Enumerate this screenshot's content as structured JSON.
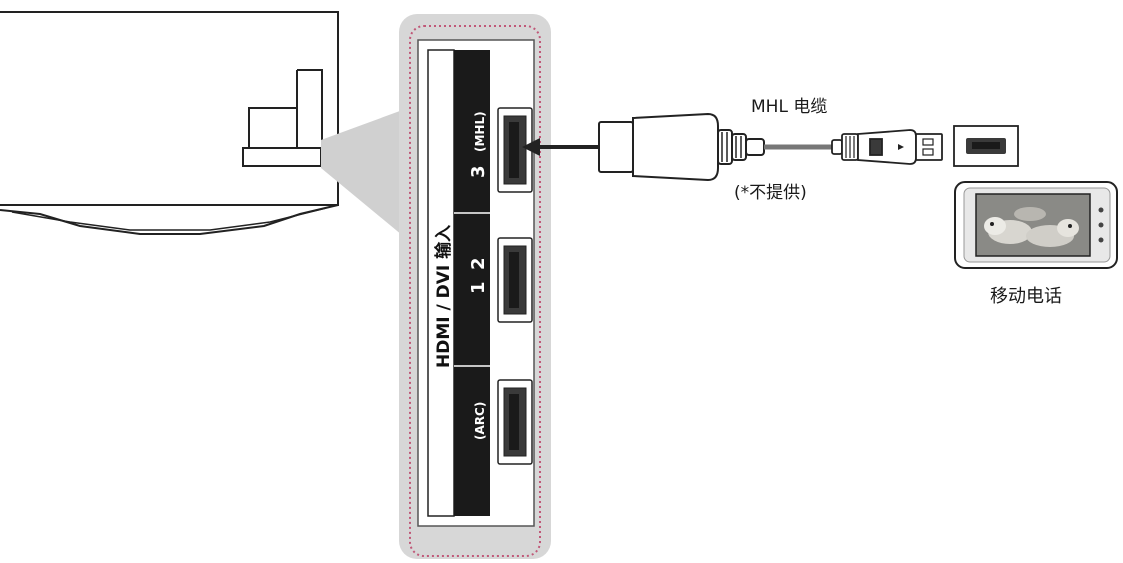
{
  "colors": {
    "panel_bg": "#d7d7d7",
    "dotted_border": "#c05878",
    "strip_bg": "#1a1a1a",
    "port_fill": "#3a3a3a",
    "line": "#222222"
  },
  "port_strip": {
    "group_label": "HDMI / DVI 输入",
    "ports": [
      {
        "number": "3",
        "tag": "(MHL)"
      },
      {
        "number": "2",
        "tag": ""
      },
      {
        "number": "1",
        "tag": "(ARC)"
      }
    ]
  },
  "cable": {
    "label": "MHL 电缆",
    "note": "(*不提供)"
  },
  "device": {
    "label": "移动电话"
  },
  "icons": [
    "tv-icon",
    "hdmi-port-icon",
    "arrow-icon",
    "hdmi-plug-icon",
    "micro-usb-plug-icon",
    "usb-port-icon",
    "mobile-phone-icon"
  ]
}
